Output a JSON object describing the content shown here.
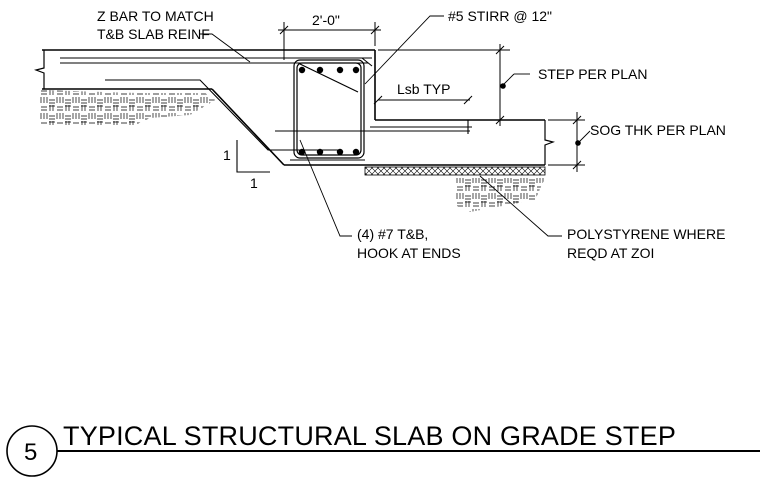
{
  "detail": {
    "number": "5",
    "title": "TYPICAL STRUCTURAL SLAB ON GRADE STEP"
  },
  "dimensions": {
    "width": "2'-0\"",
    "slope_rise": "1",
    "slope_run": "1"
  },
  "notes": {
    "z_bar_line1": "Z BAR TO MATCH",
    "z_bar_line2": "T&B SLAB REINF",
    "stirrups": "#5 STIRR @ 12\"",
    "lap": "Lsb TYP",
    "step": "STEP PER PLAN",
    "sog": "SOG THK PER PLAN",
    "bars_line1": "(4) #7 T&B,",
    "bars_line2": "HOOK AT ENDS",
    "poly_line1": "POLYSTYRENE WHERE",
    "poly_line2": "REQD AT ZOI"
  }
}
